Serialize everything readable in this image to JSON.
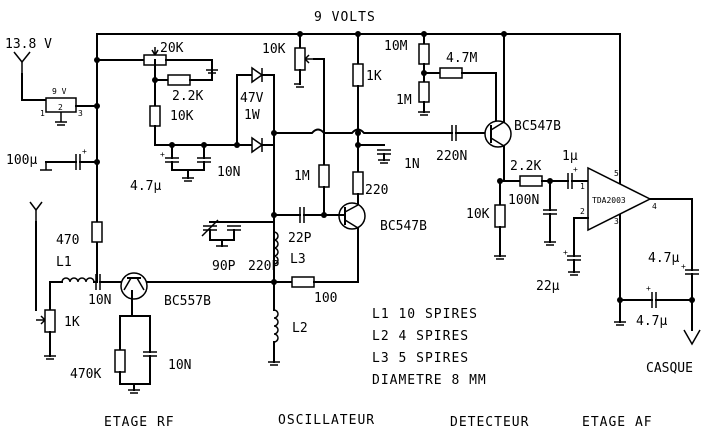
{
  "supply": {
    "main": "9 VOLTS",
    "input": "13.8 V",
    "reg_in": "9 V",
    "reg_pins": [
      "1",
      "2",
      "3"
    ]
  },
  "sections": [
    "ETAGE RF",
    "OSCILLATEUR",
    "DETECTEUR",
    "ETAGE AF"
  ],
  "components": {
    "pot20k": "20K",
    "r2k2_top": "2.2K",
    "r10k_left": "10K",
    "c4u7_left": "4.7µ",
    "c10n_mid": "10N",
    "zener_v": "47V",
    "zener_w": "1W",
    "pot10k": "10K",
    "r1m_osc": "1M",
    "c1n": "1N",
    "r220": "220",
    "c22p": "22P",
    "q_osc": "BC547B",
    "c90p": "90P",
    "c220p": "220P",
    "l3": "L3",
    "r100": "100",
    "l2": "L2",
    "c100u": "100µ",
    "r470": "470",
    "l1": "L1",
    "c10n_rf": "10N",
    "pot1k": "1K",
    "q_rf": "BC557B",
    "r470k": "470K",
    "c10n_rf2": "10N",
    "r10m": "10M",
    "r4m7": "4.7M",
    "r1m_det": "1M",
    "c220n": "220N",
    "q_det": "BC547B",
    "r2k2_af": "2.2K",
    "c1u": "1µ",
    "c100n": "100N",
    "r10k_af": "10K",
    "ic": "TDA2003",
    "ic_pins": [
      "1",
      "2",
      "3",
      "4",
      "5"
    ],
    "c22u": "22µ",
    "c4u7_a": "4.7µ",
    "c4u7_b": "4.7µ",
    "casque": "CASQUE",
    "r1k_det": "1K"
  },
  "notes": [
    "L1 10 SPIRES",
    "L2 4 SPIRES",
    "L3 5 SPIRES",
    "DIAMETRE 8 MM"
  ]
}
